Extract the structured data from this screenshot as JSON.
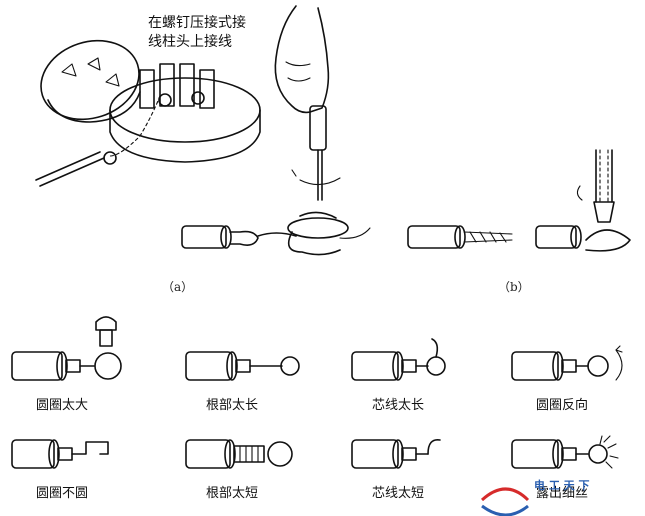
{
  "note": {
    "line1": "在螺钉压接式接",
    "line2": "线柱头上接线"
  },
  "panels": {
    "a": "（a）",
    "b": "（b）"
  },
  "cases": [
    {
      "label": "圆圈太大"
    },
    {
      "label": "根部太长"
    },
    {
      "label": "芯线太长"
    },
    {
      "label": "圆圈反向"
    },
    {
      "label": "圆圈不圆"
    },
    {
      "label": "根部太短"
    },
    {
      "label": "芯线太短"
    },
    {
      "label": "露出细丝"
    }
  ],
  "watermark": {
    "text": "电 工 天 下",
    "colors": {
      "red": "#d62b2b",
      "blue": "#2a5fb0"
    }
  }
}
